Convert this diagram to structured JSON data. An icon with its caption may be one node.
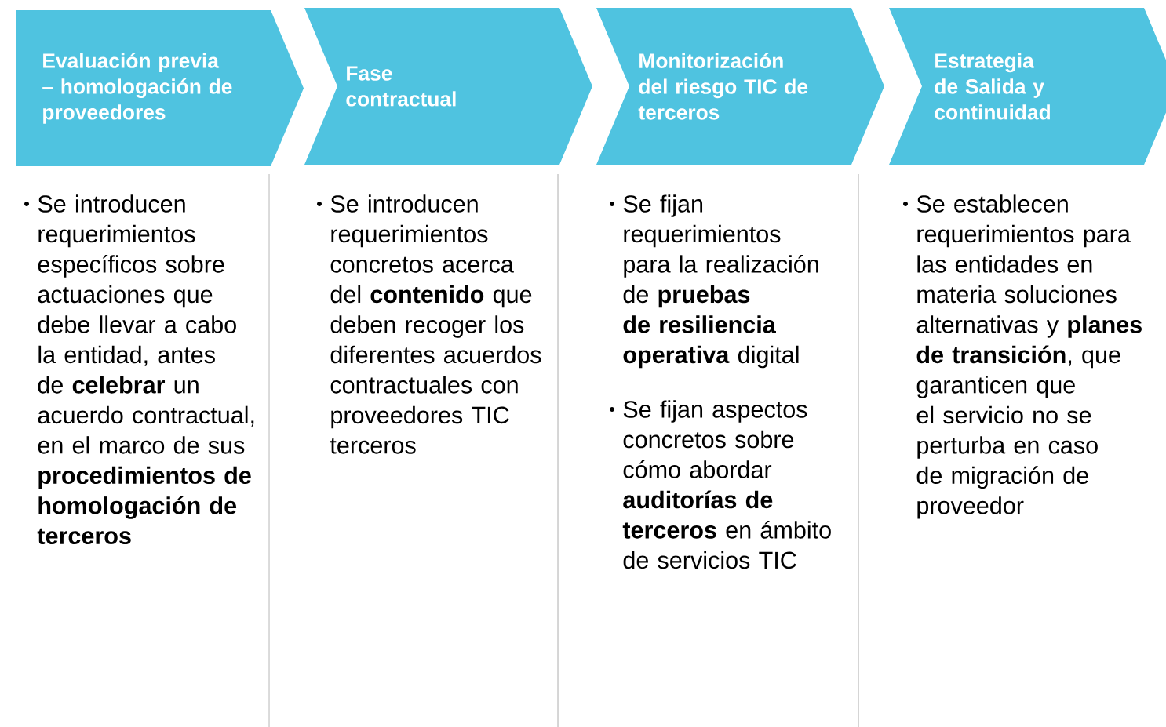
{
  "diagram": {
    "nodes": [
      {
        "text": [
          "Evaluación previa – homologación de proveedores"
        ],
        "beside": [
          "Se introducen requerimientos específicos sobre actuaciones que debe llevar a cabo la entidad, antes de **celebrar** un acuerdo contractual, en el marco de sus **procedimientos de homologación de terceros**"
        ]
      },
      {
        "text": [
          "Fase contractual"
        ],
        "beside": [
          "Se introducen requerimientos concretos acerca del **contenido** que deben recoger los diferentes acuerdos contractuales con proveedores TIC terceros"
        ]
      },
      {
        "text": [
          "Monitorización del riesgo TIC de terceros"
        ],
        "beside": [
          "Se fijan requerimientos para la realización de **pruebas de resiliencia operativa** digital",
          "Se fijan aspectos concretos sobre cómo abordar **auditorías de terceros** en ámbito de servicios TIC"
        ]
      },
      {
        "text": [
          "Estrategia de Salida y continuidad"
        ],
        "beside": [
          "Se establecen requerimientos para las entidades en materia soluciones alternativas y **planes de transición**, que garanticen que el servicio no se perturba en caso de migración de proveedor"
        ]
      }
    ]
  }
}
